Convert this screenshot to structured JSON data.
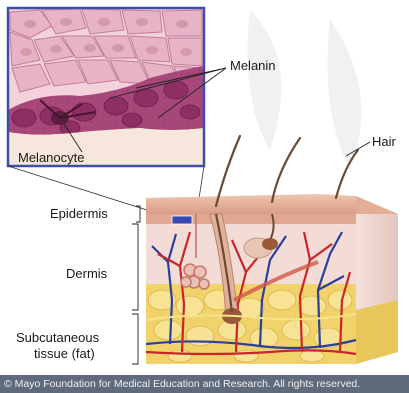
{
  "labels": {
    "melanin": "Melanin",
    "melanocyte": "Melanocyte",
    "hair": "Hair",
    "epidermis": "Epidermis",
    "dermis": "Dermis",
    "subcutaneous_line1": "Subcutaneous",
    "subcutaneous_line2": "tissue (fat)"
  },
  "copyright": "© Mayo Foundation for Medical Education and Research.  All rights reserved.",
  "colors": {
    "inset_frame": "#3f4fa8",
    "epidermis": "#e9b9a4",
    "dermis": "#f3dcd6",
    "fat": "#f2d36b",
    "artery": "#c8262a",
    "vein": "#2b3f9e",
    "hair": "#6b4a36",
    "inset_cells": "#c86e96"
  }
}
